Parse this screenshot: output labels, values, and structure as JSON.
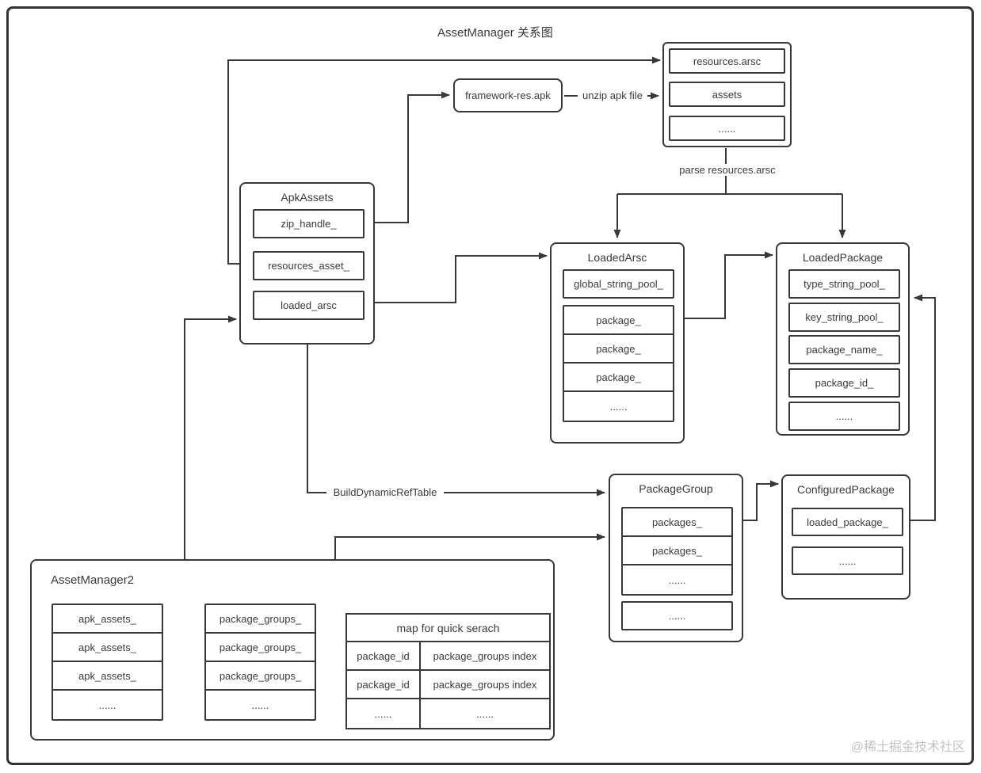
{
  "title": "AssetManager 关系图",
  "watermark": "@稀土掘金技术社区",
  "colors": {
    "line": "#383838",
    "text": "#3a3a3a",
    "watermark": "#c2c2c2",
    "background": "#ffffff"
  },
  "edges": {
    "unzip": "unzip apk file",
    "parse": "parse resources.arsc",
    "build": "BuildDynamicRefTable"
  },
  "nodes": {
    "framework_apk": {
      "label": "framework-res.apk"
    },
    "apk_contents": {
      "fields": [
        "resources.arsc",
        "assets",
        "......"
      ]
    },
    "apk_assets": {
      "title": "ApkAssets",
      "fields": [
        "zip_handle_",
        "resources_asset_",
        "loaded_arsc"
      ]
    },
    "loaded_arsc": {
      "title": "LoadedArsc",
      "pool": "global_string_pool_",
      "rows": [
        "package_",
        "package_",
        "package_",
        "......"
      ]
    },
    "loaded_package": {
      "title": "LoadedPackage",
      "fields": [
        "type_string_pool_",
        "key_string_pool_",
        "package_name_",
        "package_id_",
        "......"
      ]
    },
    "package_group": {
      "title": "PackageGroup",
      "rows": [
        "packages_",
        "packages_",
        "......"
      ],
      "extra": "......"
    },
    "configured_package": {
      "title": "ConfiguredPackage",
      "fields": [
        "loaded_package_",
        "......"
      ]
    },
    "asset_manager2": {
      "title": "AssetManager2",
      "apk_assets_rows": [
        "apk_assets_",
        "apk_assets_",
        "apk_assets_",
        "......"
      ],
      "package_groups_rows": [
        "package_groups_",
        "package_groups_",
        "package_groups_",
        "......"
      ],
      "map": {
        "header": "map for quick serach",
        "rows": [
          [
            "package_id",
            "package_groups index"
          ],
          [
            "package_id",
            "package_groups index"
          ],
          [
            "......",
            "......"
          ]
        ]
      }
    }
  }
}
